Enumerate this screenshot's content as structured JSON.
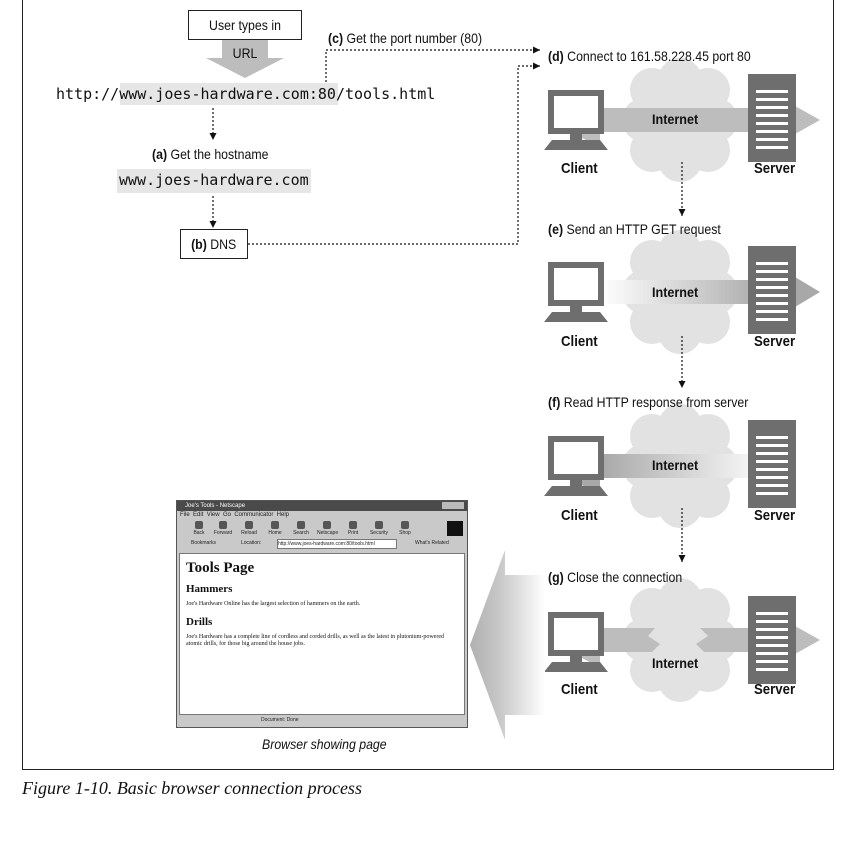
{
  "steps": {
    "user_types": "User types in URL",
    "url": "http://www.joes-hardware.com:80/tools.html",
    "url_parts": {
      "scheme": "http://",
      "host": "www.joes-hardware.com",
      "colon": ":",
      "port": "80",
      "path": "/tools.html"
    },
    "a_letter": "(a)",
    "a_text": "Get the hostname",
    "hostname": "www.joes-hardware.com",
    "b_letter": "(b)",
    "b_text": "DNS",
    "c_letter": "(c)",
    "c_text": "Get the port number (80)",
    "d_letter": "(d)",
    "d_text": "Connect to 161.58.228.45 port 80",
    "e_letter": "(e)",
    "e_text": "Send an HTTP GET request",
    "f_letter": "(f)",
    "f_text": "Read HTTP response from server",
    "g_letter": "(g)",
    "g_text": "Close the connection"
  },
  "nodes": {
    "internet": "Internet",
    "client": "Client",
    "server": "Server"
  },
  "browser": {
    "window_title": "Joe's Tools - Netscape",
    "menu": [
      "File",
      "Edit",
      "View",
      "Go",
      "Communicator",
      "Help"
    ],
    "toolbar": [
      "Back",
      "Forward",
      "Reload",
      "Home",
      "Search",
      "Netscape",
      "Print",
      "Security",
      "Shop"
    ],
    "bookmarks_label": "Bookmarks",
    "location_label": "Location:",
    "location_url": "http://www.joes-hardware.com:80/tools.html",
    "whats_related": "What's Related",
    "page_title": "Tools Page",
    "section1_heading": "Hammers",
    "section1_text": "Joe's Hardware Online has the largest selection of hammers on the earth.",
    "section2_heading": "Drills",
    "section2_text": "Joe's Hardware has a complete line of cordless and corded drills, as well as the latest in plutonium-powered atomic drills, for those big around the house jobs.",
    "status": "Document: Done"
  },
  "browser_caption": "Browser showing page",
  "figure_caption": "Figure 1-10. Basic browser connection process"
}
